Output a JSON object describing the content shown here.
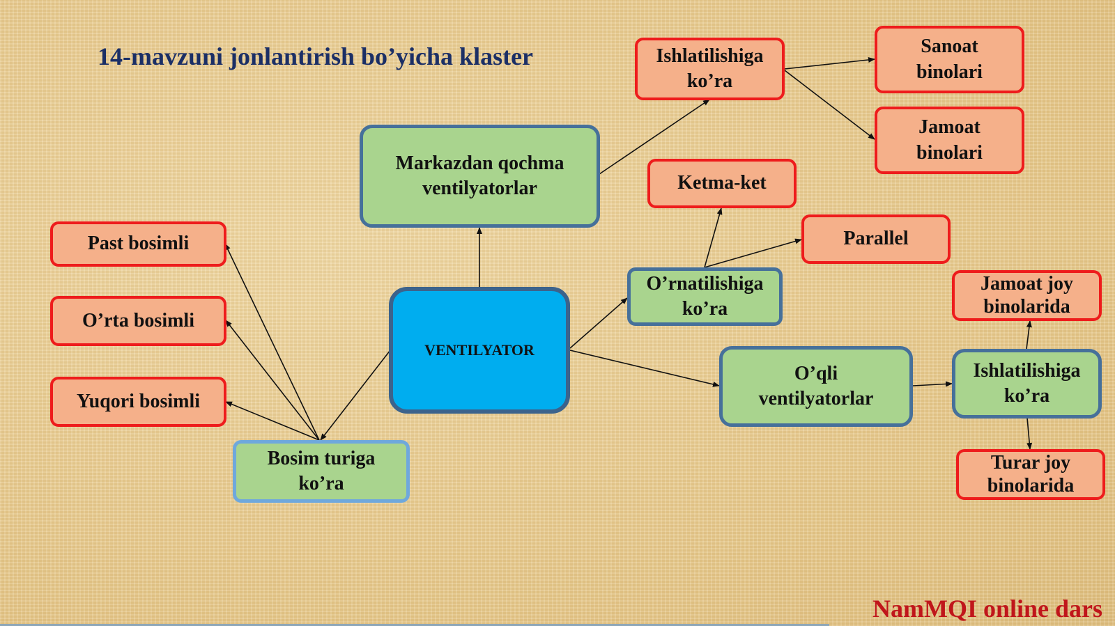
{
  "title": "14-mavzuni jonlantirish bo’yicha klaster",
  "footer": "NamMQI online dars",
  "nodes": {
    "ventilyator": "VENTILYATOR",
    "markazdan": "Markazdan qochma ventilyatorlar",
    "ishlatilishiga_top": "Ishlatilishiga ko’ra",
    "sanoat": "Sanoat binolari",
    "jamoat": "Jamoat binolari",
    "ketma_ket": "Ketma-ket",
    "parallel": "Parallel",
    "ornatilishiga": "O’rnatilishiga ko’ra",
    "oqli": "O’qli ventilyatorlar",
    "ishlatilishiga_right": "Ishlatilishiga ko’ra",
    "jamoat_joy": "Jamoat joy binolarida",
    "turar_joy": "Turar joy binolarida",
    "bosim_turiga": "Bosim turiga ko’ra",
    "past": "Past bosimli",
    "orta": "O’rta bosimli",
    "yuqori": "Yuqori bosimli"
  },
  "colors": {
    "leaf_fill": "#f5b08a",
    "leaf_border": "#ee1c1c",
    "branch_fill": "#a9d48e",
    "branch_border": "#46709a",
    "center_fill": "#00adef",
    "title": "#1b2f66",
    "footer": "#c0161b"
  }
}
